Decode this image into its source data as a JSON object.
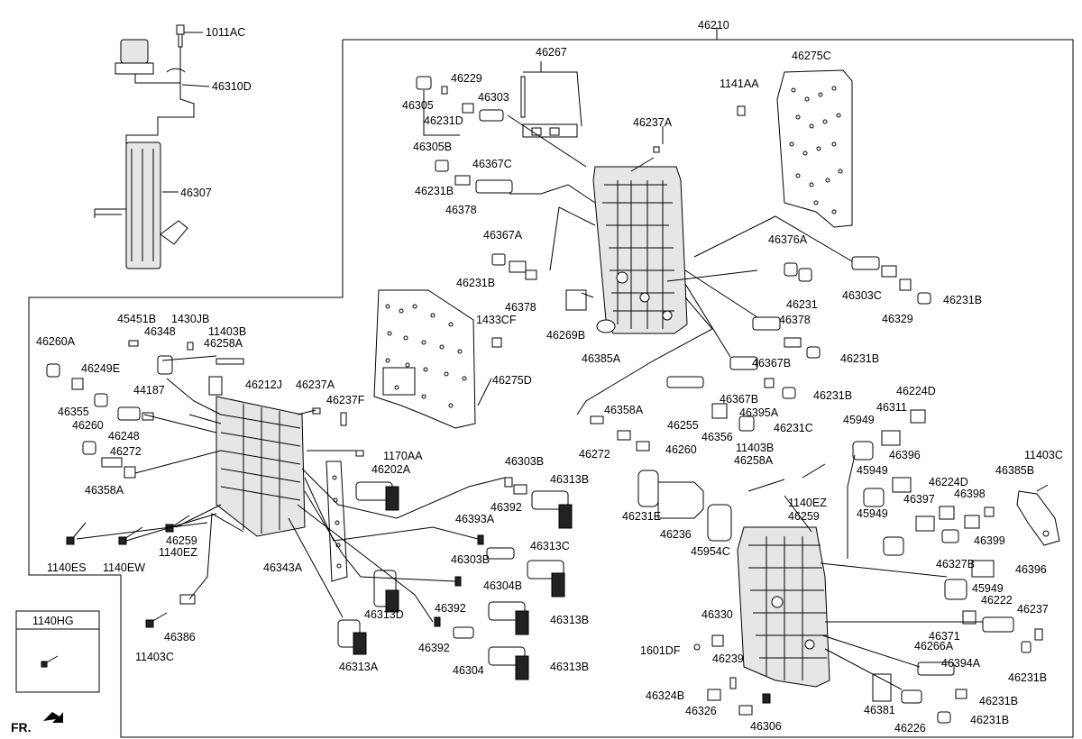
{
  "labels": {
    "l46210": "46210",
    "l1011AC": "1011AC",
    "l46310D": "46310D",
    "l46307": "46307",
    "l46267": "46267",
    "l46275C": "46275C",
    "l1141AA": "1141AA",
    "l46229": "46229",
    "l46303a": "46303",
    "l46305": "46305",
    "l46231D": "46231D",
    "l46305B": "46305B",
    "l46237A_a": "46237A",
    "l46367C": "46367C",
    "l46231B_a": "46231B",
    "l46378_a": "46378",
    "l46367A": "46367A",
    "l46231B_b": "46231B",
    "l46378_b": "46378",
    "l46269B": "46269B",
    "l46385A": "46385A",
    "l46376A": "46376A",
    "l46303C": "46303C",
    "l46329": "46329",
    "l46231B_c": "46231B",
    "l46231": "46231",
    "l46378_c": "46378",
    "l46367B_a": "46367B",
    "l46231B_d": "46231B",
    "l1433CF": "1433CF",
    "l46275D": "46275D",
    "l45451B": "45451B",
    "l1430JB": "1430JB",
    "l11403B_a": "11403B",
    "l46348": "46348",
    "l46258A_a": "46258A",
    "l46260A": "46260A",
    "l46249E": "46249E",
    "l44187": "44187",
    "l46212J": "46212J",
    "l46237A_b": "46237A",
    "l46237F": "46237F",
    "l46355": "46355",
    "l46248": "46248",
    "l46260_a": "46260",
    "l46272_a": "46272",
    "l46358A_a": "46358A",
    "l46367B_b": "46367B",
    "l46231B_e": "46231B",
    "l46395A": "46395A",
    "l46255": "46255",
    "l46356": "46356",
    "l46231C": "46231C",
    "l46358A_b": "46358A",
    "l46272_b": "46272",
    "l46260_b": "46260",
    "l46224D_a": "46224D",
    "l46311": "46311",
    "l45949_a": "45949",
    "l46396_a": "46396",
    "l11403C_a": "11403C",
    "l46385B": "46385B",
    "l1170AA": "1170AA",
    "l46202A": "46202A",
    "l46303B_a": "46303B",
    "l46313B_a": "46313B",
    "l46392_a": "46392",
    "l46393A": "46393A",
    "l11403B_b": "11403B",
    "l46258A_b": "46258A",
    "l45949_b": "45949",
    "l46224D_b": "46224D",
    "l46398": "46398",
    "l46397": "46397",
    "l1140EZ_a": "1140EZ",
    "l46259_a": "46259",
    "l46231E": "46231E",
    "l46236": "46236",
    "l45954C": "45954C",
    "l45949_c": "45949",
    "l46399": "46399",
    "l46327B": "46327B",
    "l46396_b": "46396",
    "l45949_d": "45949",
    "l46313C": "46313C",
    "l46303B_b": "46303B",
    "l46304B": "46304B",
    "l46392_b": "46392",
    "l46313B_b": "46313B",
    "l46392_c": "46392",
    "l46304": "46304",
    "l46313B_c": "46313B",
    "l46330": "46330",
    "l1601DF": "1601DF",
    "l46239": "46239",
    "l46324B": "46324B",
    "l46326": "46326",
    "l46306": "46306",
    "l46222": "46222",
    "l46237": "46237",
    "l46371": "46371",
    "l46266A": "46266A",
    "l46394A": "46394A",
    "l46231B_f": "46231B",
    "l46231B_g": "46231B",
    "l46381": "46381",
    "l46226": "46226",
    "l46231B_h": "46231B",
    "l46259_b": "46259",
    "l1140EZ_b": "1140EZ",
    "l1140ES": "1140ES",
    "l1140EW": "1140EW",
    "l46343A": "46343A",
    "l46313D": "46313D",
    "l46386": "46386",
    "l11403C_b": "11403C",
    "l46313A": "46313A",
    "l1140HG": "1140HG",
    "lFR": "FR."
  }
}
